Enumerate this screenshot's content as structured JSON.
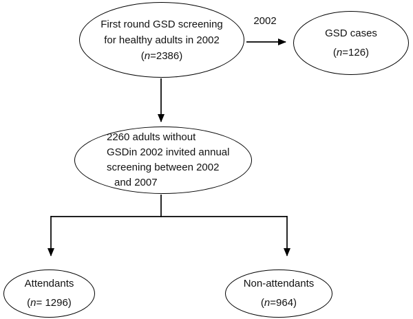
{
  "figure": {
    "background": "#ffffff",
    "stroke_color": "#000000",
    "nodes": {
      "first_round": {
        "lines": [
          "First round GSD screening",
          "for healthy adults in 2002"
        ],
        "count_open": "(",
        "count_var": "n",
        "count_rest": "=2386)"
      },
      "gsd_cases": {
        "lines": [
          "GSD cases"
        ],
        "count_open": "(",
        "count_var": "n",
        "count_rest": "=126)"
      },
      "invited": {
        "lines": [
          "2260 adults without",
          "GSDin 2002 invited annual",
          "screening between 2002",
          "and 2007"
        ]
      },
      "attendants": {
        "lines": [
          "Attendants"
        ],
        "count_open": "(",
        "count_var": "n",
        "count_rest": "= 1296)"
      },
      "non_attendants": {
        "lines": [
          "Non-attendants"
        ],
        "count_open": "(",
        "count_var": "n",
        "count_rest": "=964)"
      }
    },
    "edge_labels": {
      "year": "2002"
    }
  }
}
